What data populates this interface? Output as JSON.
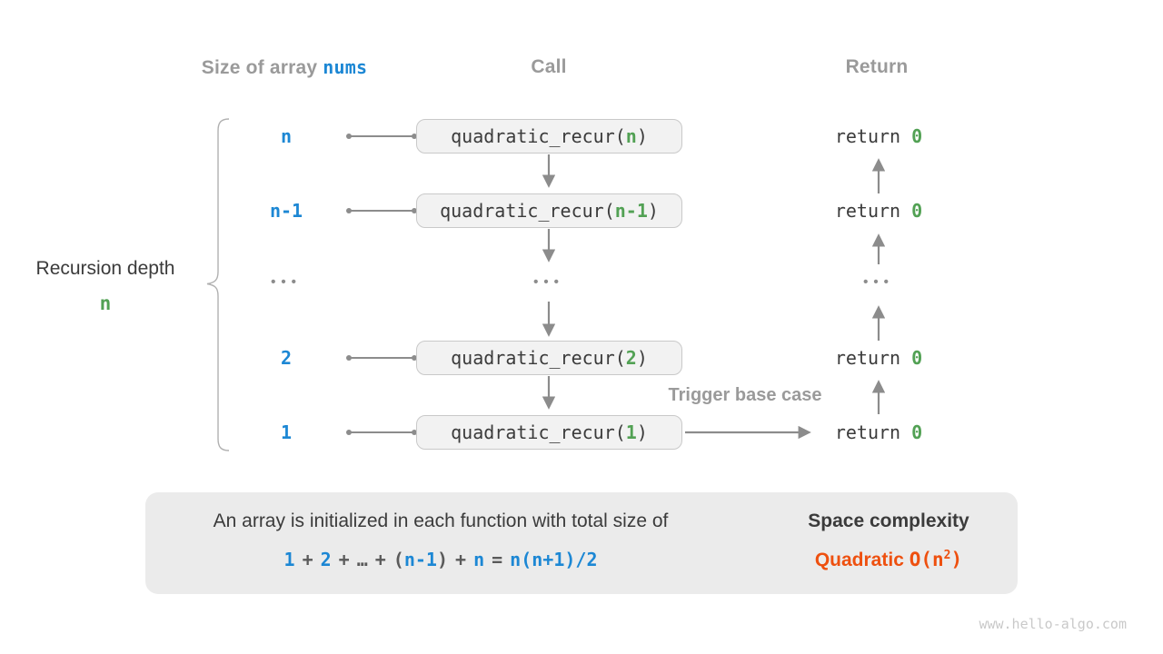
{
  "title_row": {
    "size_header_prefix": "Size of array ",
    "size_header_code": "nums",
    "call_header": "Call",
    "return_header": "Return"
  },
  "left_annotation": {
    "label": "Recursion depth",
    "value": "n"
  },
  "rows": [
    {
      "size": "n",
      "call_prefix": "quadratic_recur(",
      "call_arg": "n",
      "call_suffix": ")",
      "return_keyword": "return ",
      "return_value": "0"
    },
    {
      "size": "n-1",
      "call_prefix": "quadratic_recur(",
      "call_arg": "n-1",
      "call_suffix": ")",
      "return_keyword": "return ",
      "return_value": "0"
    },
    {
      "size_dots": "•••",
      "call_dots": "•••",
      "return_dots": "•••"
    },
    {
      "size": "2",
      "call_prefix": "quadratic_recur(",
      "call_arg": "2",
      "call_suffix": ")",
      "return_keyword": "return ",
      "return_value": "0"
    },
    {
      "size": "1",
      "call_prefix": "quadratic_recur(",
      "call_arg": "1",
      "call_suffix": ")",
      "return_keyword": "return ",
      "return_value": "0"
    }
  ],
  "trigger_base_case_label": "Trigger base case",
  "summary_panel": {
    "description": "An array is initialized in each function with total size of",
    "formula_tokens": [
      {
        "text": "1"
      },
      {
        "text": "+"
      },
      {
        "text": "2"
      },
      {
        "text": "+"
      },
      {
        "text": "…"
      },
      {
        "text": "+"
      },
      {
        "text": "("
      },
      {
        "text": "n-1"
      },
      {
        "text": ")"
      },
      {
        "text": "+"
      },
      {
        "text": "n"
      },
      {
        "text": "="
      },
      {
        "text": "n(n+1)/2"
      }
    ],
    "result_title": "Space complexity",
    "result_name": "Quadratic ",
    "result_big_o_prefix": "O(n",
    "result_exponent": "2",
    "result_big_o_suffix": ")"
  },
  "footer": {
    "watermark": "www.hello-algo.com"
  },
  "colors": {
    "blue_accent": "#1c87d4",
    "green_accent": "#52a154",
    "orange_accent": "#ee500f",
    "gray_label": "#9a9a9a",
    "dark_text": "#3b3b3b",
    "box_background": "#f2f2f2",
    "box_border": "#c9c9c9",
    "panel_background": "#ebebeb",
    "arrow_gray": "#8c8c8c"
  }
}
